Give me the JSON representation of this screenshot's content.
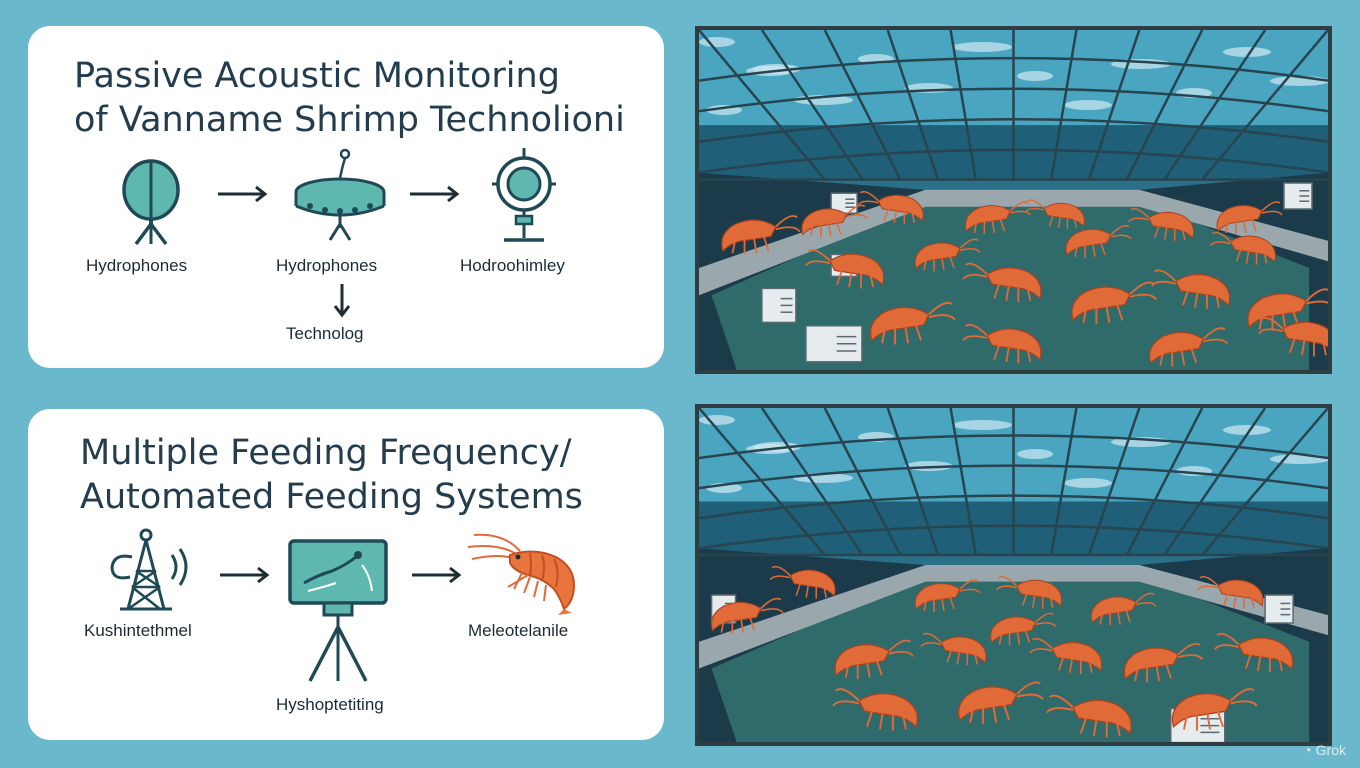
{
  "panel1": {
    "title_line1": "Passive Acoustic Monitoring",
    "title_line2": "of Vanname Shrimp Technolioni",
    "labels": [
      "Hydrophones",
      "Hydrophones",
      "Hodroohimley",
      "Technolog"
    ]
  },
  "panel2": {
    "title_line1": "Multiple Feeding Frequency/",
    "title_line2": "Automated Feeding Systems",
    "labels": [
      "Kushintethmel",
      "Meleotelanile",
      "Hyshoptetiting"
    ]
  },
  "watermark": "Grok",
  "colors": {
    "background": "#6ab8cc",
    "card": "#ffffff",
    "icon_stroke": "#1f4a55",
    "icon_fill": "#5fb8b0",
    "water_dark": "#1f4f63",
    "pond_floor": "#2e6b6a",
    "shrimp": "#e06a38"
  }
}
